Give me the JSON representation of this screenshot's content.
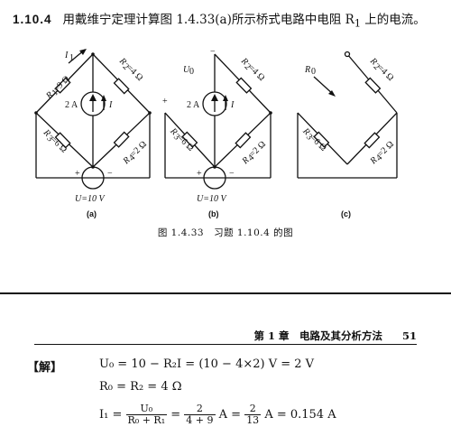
{
  "problem": {
    "number": "1.10.4",
    "text": "用戴维宁定理计算图 1.4.33(a)所示桥式电路中电阻 R",
    "sub": "1",
    "text_end": " 上的电流。"
  },
  "figure": {
    "a": {
      "I1": "I",
      "I1_sub": "1",
      "R1": "R",
      "R1_sub": "1",
      "R1_val": "=9 Ω",
      "R2": "R",
      "R2_sub": "2",
      "R2_val": "=4 Ω",
      "R3": "R",
      "R3_sub": "3",
      "R3_val": "=6 Ω",
      "R4": "R",
      "R4_sub": "4",
      "R4_val": "=2 Ω",
      "src": "2 A",
      "I": "I",
      "plus": "+",
      "minus": "−",
      "U": "U=10 V",
      "label": "(a)"
    },
    "b": {
      "U0": "U",
      "U0_sub": "0",
      "R2": "R",
      "R2_sub": "2",
      "R2_val": "=4 Ω",
      "R3": "R",
      "R3_sub": "3",
      "R3_val": "=6 Ω",
      "R4": "R",
      "R4_sub": "4",
      "R4_val": "=2 Ω",
      "src": "2 A",
      "I": "I",
      "plus": "+",
      "minus": "−",
      "U": "U=10 V",
      "label": "(b)"
    },
    "c": {
      "R0": "R",
      "R0_sub": "0",
      "R2": "R",
      "R2_sub": "2",
      "R2_val": "=4 Ω",
      "R3": "R",
      "R3_sub": "3",
      "R3_val": "=6 Ω",
      "R4": "R",
      "R4_sub": "4",
      "R4_val": "=2 Ω",
      "label": "(c)"
    }
  },
  "caption": "图 1.4.33　习题 1.10.4 的图",
  "running_head": {
    "chapter": "第 1 章　电路及其分析方法",
    "page": "51"
  },
  "solution": {
    "label": "【解】",
    "eq1": "U₀ = 10 − R₂I = (10 − 4×2) V = 2 V",
    "eq2": "R₀ = R₂ = 4 Ω",
    "eq3_lhs": "I₁ =",
    "eq3_frac1_num": "U₀",
    "eq3_frac1_den": "R₀ + R₁",
    "eq3_mid": " = ",
    "eq3_frac2_num": "2",
    "eq3_frac2_den": "4 + 9",
    "eq3_mid2": " A = ",
    "eq3_frac3_num": "2",
    "eq3_frac3_den": "13",
    "eq3_end": " A = 0.154 A"
  }
}
